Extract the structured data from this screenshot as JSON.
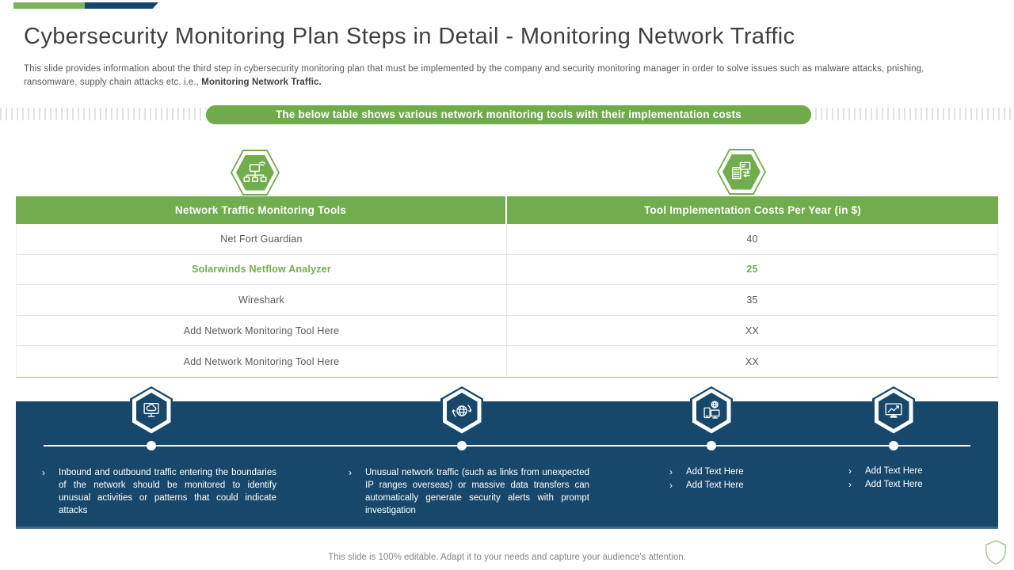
{
  "slide": {
    "title": "Cybersecurity Monitoring Plan Steps in Detail - Monitoring Network Traffic",
    "description": "This slide provides information about the third step in cybersecurity monitoring plan that must be implemented by the company and security monitoring manager in order to solve issues such as malware attacks, pnishing, ransomware, supply chain attacks etc. i.e., ",
    "description_bold": "Monitoring Network Traffic.",
    "banner_label": "The below table shows various network monitoring tools with their implementation costs",
    "footer_note": "This slide is 100% editable. Adapt it to your needs and capture your audience's attention."
  },
  "table": {
    "headers": [
      "Network Traffic Monitoring Tools",
      "Tool Implementation Costs Per Year (in $)"
    ],
    "rows": [
      {
        "tool": "Net Fort Guardian",
        "cost": "40"
      },
      {
        "tool": "Solarwinds Netflow Analyzer",
        "cost": "25"
      },
      {
        "tool": "Wireshark",
        "cost": "35"
      },
      {
        "tool": "Add Network Monitoring Tool Here",
        "cost": "XX"
      },
      {
        "tool": "Add Network Monitoring Tool Here",
        "cost": "XX"
      }
    ]
  },
  "band": {
    "bullet_char": "›",
    "items": [
      {
        "icon": "monitor-cloud-icon",
        "bullets": [
          "Inbound and outbound traffic entering the boundaries of the network should be monitored to identify unusual activities or patterns that could indicate attacks"
        ]
      },
      {
        "icon": "globe-sync-icon",
        "bullets": [
          "Unusual network traffic (such as links from unexpected IP ranges overseas) or massive data transfers can automatically generate security alerts with prompt investigation"
        ]
      },
      {
        "icon": "devices-globe-icon",
        "bullets": [
          "Add Text Here",
          "Add Text Here"
        ]
      },
      {
        "icon": "monitor-chart-icon",
        "bullets": [
          "Add Text Here",
          "Add Text Here"
        ]
      }
    ]
  },
  "icons": {
    "table_left": "network-nodes-icon",
    "table_right": "cost-documents-icon",
    "footer": "shield-icon"
  },
  "colors": {
    "green": "#71AC4D",
    "top_bar_green": "#7CB25B",
    "dark_blue": "#17486C",
    "top_bar_blue": "#164569",
    "title_gray": "#404040",
    "text_gray": "#595959",
    "shield_green": "#A9C88F"
  }
}
